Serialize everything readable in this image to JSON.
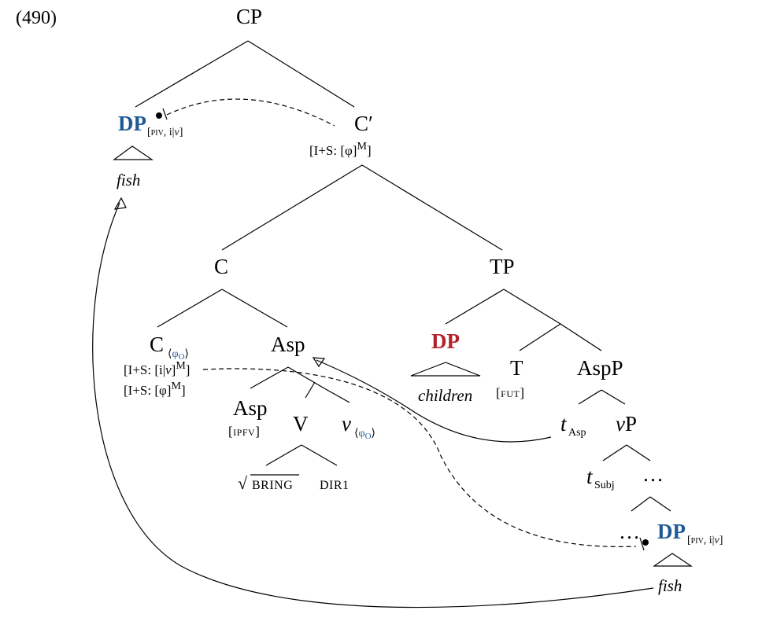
{
  "example_number": "(490)",
  "nodes": {
    "cp": "CP",
    "dp_top": {
      "label": "DP",
      "sub": "[piv, i|v]",
      "word": "fish"
    },
    "c_bar": {
      "label": "C′",
      "feat": "[I+S: [φ]",
      "feat_sup": "M",
      "feat_close": "]"
    },
    "c": "C",
    "tp": "TP",
    "c_head": {
      "label": "C",
      "sub": "⟨φ",
      "sub_o": "O",
      "sub_close": "⟩",
      "feat1": "[I+S: [i|v]",
      "feat2": "[I+S: [φ]",
      "sup": "M",
      "close": "]"
    },
    "asp": "Asp",
    "dp_subj": {
      "label": "DP",
      "word": "children"
    },
    "t": {
      "label": "T",
      "feat": "[FUT]"
    },
    "aspp": "AspP",
    "asp_low": {
      "label": "Asp",
      "feat": "[IPFV]"
    },
    "v_big": "V",
    "v_small": {
      "label": "v",
      "sub": "⟨φ",
      "sub_o": "O",
      "sub_close": "⟩"
    },
    "t_asp": {
      "label": "t",
      "sub": "Asp"
    },
    "vp": "vP",
    "root": {
      "sqrt": "√",
      "word": "BRING"
    },
    "dir": "DIR1",
    "t_subj": {
      "label": "t",
      "sub": "Subj"
    },
    "dots1": "…",
    "dots2": "…",
    "dp_low": {
      "label": "DP",
      "sub": "[piv, i|v]",
      "word": "fish"
    }
  },
  "colors": {
    "blue": "#1f5a96",
    "red": "#b5222a"
  }
}
